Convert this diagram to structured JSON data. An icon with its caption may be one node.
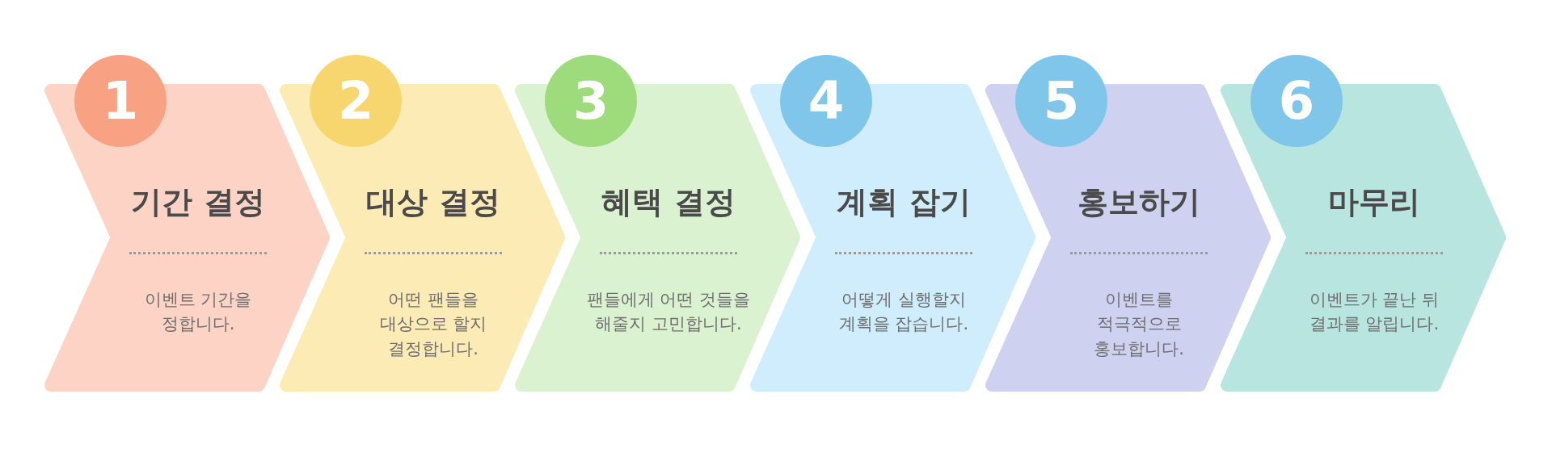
{
  "diagram": {
    "nodes": [
      {
        "text": [
          "1"
        ]
      },
      {
        "text": [
          "기간 결정",
          "이벤트 기간을 정합니다."
        ]
      },
      {
        "text": [
          "2"
        ]
      },
      {
        "text": [
          "대상 결정",
          "어떤 팬들을 대상으로 할지 결정합니다."
        ]
      },
      {
        "text": [
          "3"
        ]
      },
      {
        "text": [
          "혜택 결정",
          "팬들에게 어떤 것들을 해줄지 고민합니다."
        ]
      },
      {
        "text": [
          "4"
        ]
      },
      {
        "text": [
          "계획 잡기",
          "어떻게 실행할지 계획을 잡습니다."
        ]
      },
      {
        "text": [
          "5"
        ]
      },
      {
        "text": [
          "홍보하기",
          "이벤트를 적극적으로 홍보합니다."
        ]
      },
      {
        "text": [
          "6"
        ]
      },
      {
        "text": [
          "마무리",
          "이벤트가 끝난 뒤 결과를 알립니다."
        ]
      }
    ]
  }
}
